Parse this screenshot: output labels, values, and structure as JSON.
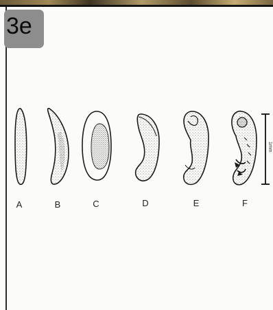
{
  "panel": {
    "label": "3e"
  },
  "stages": [
    "A",
    "B",
    "C",
    "D",
    "E",
    "F"
  ],
  "scale": {
    "label": "1mm"
  }
}
